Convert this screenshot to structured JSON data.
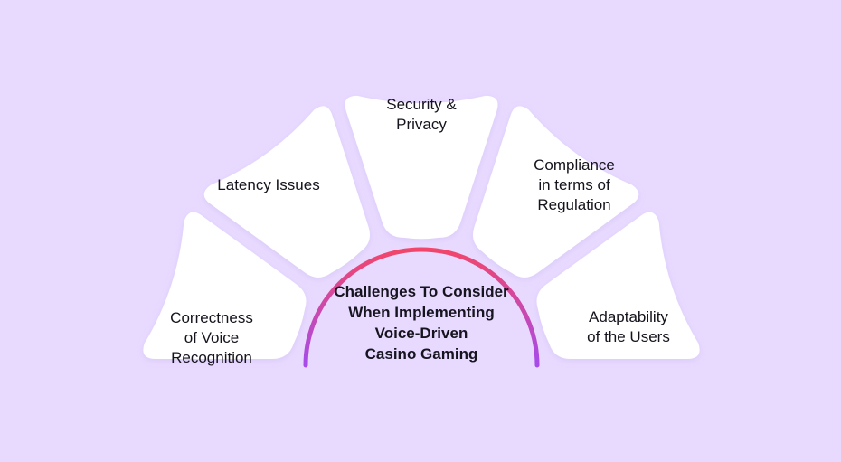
{
  "segments": [
    {
      "name": "segment-correctness",
      "lines": [
        "Correctness",
        "of Voice",
        "Recognition"
      ]
    },
    {
      "name": "segment-latency",
      "lines": [
        "Latency Issues"
      ]
    },
    {
      "name": "segment-security",
      "lines": [
        "Security &",
        "Privacy"
      ]
    },
    {
      "name": "segment-compliance",
      "lines": [
        "Compliance",
        "in terms of",
        "Regulation"
      ]
    },
    {
      "name": "segment-adaptability",
      "lines": [
        "Adaptability",
        "of the Users"
      ]
    }
  ],
  "center": {
    "lines": [
      "Challenges To Consider",
      "When Implementing",
      "Voice-Driven",
      "Casino Gaming"
    ]
  },
  "colors": {
    "background": "#e8daff",
    "segment_fill": "#ffffff",
    "arc_start": "#f2466a",
    "arc_end": "#a64bea"
  }
}
